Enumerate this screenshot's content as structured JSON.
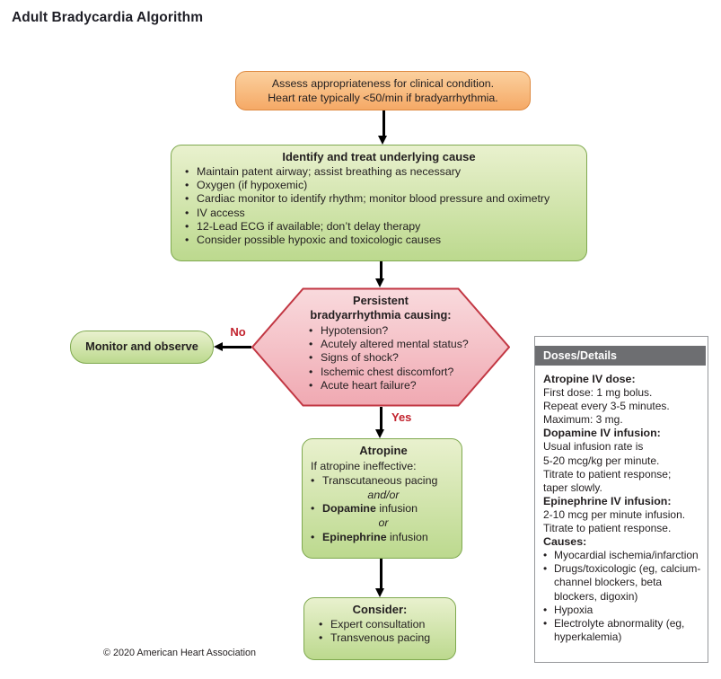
{
  "title": "Adult Bradycardia Algorithm",
  "copyright": "© 2020 American Heart Association",
  "colors": {
    "text": "#231F20",
    "green_border": "#7FA94F",
    "orange_border": "#DE8A41",
    "red_border": "#C23743",
    "label_red": "#C2232E",
    "panel_header_bg": "#6D6E71"
  },
  "flow": {
    "assess": {
      "line1": "Assess appropriateness for clinical condition.",
      "line2": "Heart rate typically <50/min if bradyarrhythmia."
    },
    "identify": {
      "title": "Identify and treat underlying cause",
      "bullets": [
        "Maintain patent airway; assist breathing as necessary",
        "Oxygen (if hypoxemic)",
        "Cardiac monitor to identify rhythm; monitor blood pressure and oximetry",
        "IV access",
        "12-Lead ECG if available; don’t delay therapy",
        "Consider possible hypoxic and toxicologic causes"
      ]
    },
    "decision": {
      "title_line1": "Persistent",
      "title_line2": "bradyarrhythmia causing:",
      "bullets": [
        "Hypotension?",
        "Acutely altered mental status?",
        "Signs of shock?",
        "Ischemic chest discomfort?",
        "Acute heart failure?"
      ]
    },
    "no_label": "No",
    "yes_label": "Yes",
    "monitor": {
      "label": "Monitor and observe"
    },
    "atropine": {
      "title": "Atropine",
      "intro": "If atropine ineffective:",
      "bullet1": "Transcutaneous pacing",
      "connector1": "and/or",
      "bullet2_bold": "Dopamine",
      "bullet2_rest": " infusion",
      "connector2": "or",
      "bullet3_bold": "Epinephrine",
      "bullet3_rest": " infusion"
    },
    "consider": {
      "title": "Consider:",
      "bullets": [
        "Expert consultation",
        "Transvenous pacing"
      ]
    }
  },
  "doses_panel": {
    "header": "Doses/Details",
    "sections": [
      {
        "heading": "Atropine IV dose:",
        "lines": [
          "First dose: 1 mg bolus.",
          "Repeat every 3-5 minutes.",
          "Maximum: 3 mg."
        ]
      },
      {
        "heading": "Dopamine IV infusion:",
        "lines": [
          "Usual infusion rate is",
          "5-20 mcg/kg per minute.",
          "Titrate to patient response;",
          "taper slowly."
        ]
      },
      {
        "heading": "Epinephrine IV infusion:",
        "lines": [
          "2-10 mcg per minute infusion.",
          "Titrate to patient response."
        ]
      },
      {
        "heading": "Causes:",
        "bullets": [
          "Myocardial ischemia/infarction",
          "Drugs/toxicologic (eg, calcium-channel blockers, beta blockers, digoxin)",
          "Hypoxia",
          "Electrolyte abnormality (eg, hyperkalemia)"
        ]
      }
    ]
  }
}
